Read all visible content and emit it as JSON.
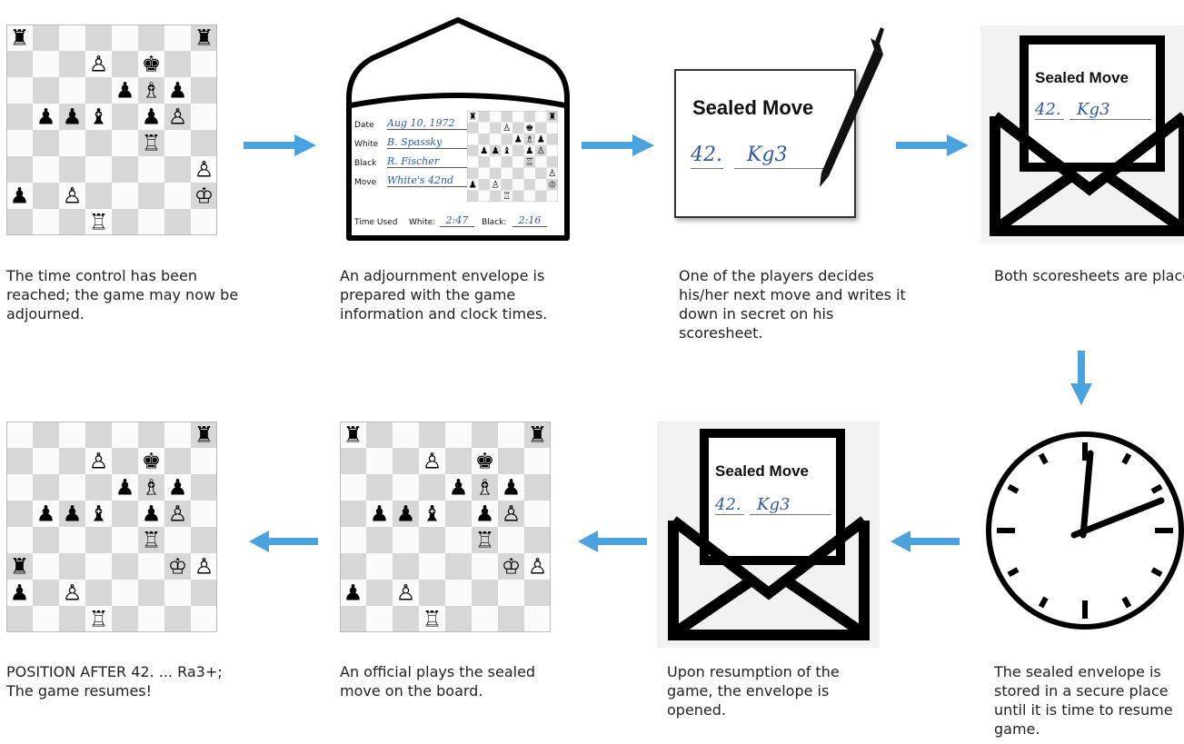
{
  "captions": {
    "step1": "The time control has been reached; the game may now be adjourned.",
    "step2": "An adjournment envelope is prepared with the game information and clock times.",
    "step3": "One of the players decides his/her next move and writes it down in secret on his scoresheet.",
    "step4": "Both scoresheets are placed in the envelope, which is then sealed.",
    "step5": "The sealed envelope is stored in a secure place until it is time to resume game.",
    "step6": "Upon resumption of the game, the envelope is opened.",
    "step7": "An official plays the sealed move on the board.",
    "step8": "POSITION AFTER 42. ... Ra3+; The game resumes!"
  },
  "envelope_form": {
    "date_label": "Date",
    "date_value": "Aug 10, 1972",
    "white_label": "White",
    "white_value": "B. Spassky",
    "black_label": "Black",
    "black_value": "R. Fischer",
    "move_label": "Move",
    "move_value": "White's 42nd",
    "time_label": "Time Used",
    "white_time_label": "White:",
    "white_time": "2:47",
    "black_time_label": "Black:",
    "black_time": "2:16"
  },
  "sealed_sheet": {
    "title": "Sealed Move",
    "move_number": "42.",
    "move": "Kg3"
  },
  "boards": {
    "board1": [
      [
        "r",
        "",
        "",
        "",
        "",
        "",
        "",
        "r"
      ],
      [
        "",
        "",
        "",
        "P",
        "",
        "k",
        "",
        ""
      ],
      [
        "",
        "",
        "",
        "",
        "p",
        "B",
        "p",
        ""
      ],
      [
        "",
        "p",
        "p",
        "b",
        "",
        "p",
        "P",
        ""
      ],
      [
        "",
        "",
        "",
        "",
        "",
        "R",
        "",
        ""
      ],
      [
        "",
        "",
        "",
        "",
        "",
        "",
        "",
        "P"
      ],
      [
        "p",
        "",
        "P",
        "",
        "",
        "",
        "",
        "K"
      ],
      [
        "",
        "",
        "",
        "R",
        "",
        "",
        "",
        ""
      ]
    ],
    "board_small": [
      [
        "r",
        "",
        "",
        "",
        "",
        "",
        "",
        "r"
      ],
      [
        "",
        "",
        "",
        "P",
        "",
        "k",
        "",
        ""
      ],
      [
        "",
        "",
        "",
        "",
        "p",
        "B",
        "p",
        ""
      ],
      [
        "",
        "p",
        "p",
        "b",
        "",
        "p",
        "P",
        ""
      ],
      [
        "",
        "",
        "",
        "",
        "",
        "R",
        "",
        ""
      ],
      [
        "",
        "",
        "",
        "",
        "",
        "",
        "",
        "P"
      ],
      [
        "p",
        "",
        "P",
        "",
        "",
        "",
        "",
        "K"
      ],
      [
        "",
        "",
        "",
        "R",
        "",
        "",
        "",
        ""
      ]
    ],
    "board7": [
      [
        "r",
        "",
        "",
        "",
        "",
        "",
        "",
        "r"
      ],
      [
        "",
        "",
        "",
        "P",
        "",
        "k",
        "",
        ""
      ],
      [
        "",
        "",
        "",
        "",
        "p",
        "B",
        "p",
        ""
      ],
      [
        "",
        "p",
        "p",
        "b",
        "",
        "p",
        "P",
        ""
      ],
      [
        "",
        "",
        "",
        "",
        "",
        "R",
        "",
        ""
      ],
      [
        "",
        "",
        "",
        "",
        "",
        "",
        "K",
        "P"
      ],
      [
        "p",
        "",
        "P",
        "",
        "",
        "",
        "",
        ""
      ],
      [
        "",
        "",
        "",
        "R",
        "",
        "",
        "",
        ""
      ]
    ],
    "board8": [
      [
        "",
        "",
        "",
        "",
        "",
        "",
        "",
        "r"
      ],
      [
        "",
        "",
        "",
        "P",
        "",
        "k",
        "",
        ""
      ],
      [
        "",
        "",
        "",
        "",
        "p",
        "B",
        "p",
        ""
      ],
      [
        "",
        "p",
        "p",
        "b",
        "",
        "p",
        "P",
        ""
      ],
      [
        "",
        "",
        "",
        "",
        "",
        "R",
        "",
        ""
      ],
      [
        "r",
        "",
        "",
        "",
        "",
        "",
        "K",
        "P"
      ],
      [
        "p",
        "",
        "P",
        "",
        "",
        "",
        "",
        ""
      ],
      [
        "",
        "",
        "",
        "R",
        "",
        "",
        "",
        ""
      ]
    ]
  },
  "colors": {
    "arrow": "#4aa3df",
    "light_square": "#fbfbfb",
    "dark_square": "#d7d7d7",
    "ink_blue": "#2f5aa8"
  }
}
